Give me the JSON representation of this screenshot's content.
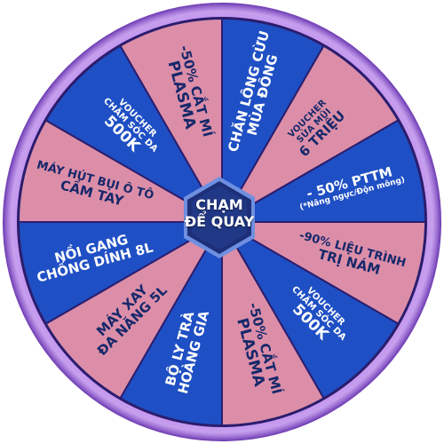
{
  "center_button": {
    "line1": "CHẠM",
    "line2": "ĐỂ QUAY"
  },
  "colors": {
    "blue": "#1f4fc4",
    "pink": "#dc8ea8",
    "rim": "#8a4bc9",
    "rim_dark": "#3b1f7a",
    "hub": "#1c2f78",
    "text_on_blue": "#ffffff",
    "text_on_pink": "#16286a"
  },
  "segments": [
    {
      "color": "blue",
      "lines": [
        "CHĂN LÔNG CỪU",
        "MÙA ĐÔNG"
      ]
    },
    {
      "color": "pink",
      "lines": [
        "VOUCHER",
        "SỬA MŨI",
        "6 TRIỆU"
      ]
    },
    {
      "color": "blue",
      "lines": [
        "- 50% PTTM",
        "(*Nâng ngực/Độn mông)"
      ]
    },
    {
      "color": "pink",
      "lines": [
        "-90% LIỆU TRÌNH",
        "TRỊ NÁM"
      ]
    },
    {
      "color": "blue",
      "lines": [
        "VOUCHER",
        "CHĂM SÓC DA",
        "500K"
      ]
    },
    {
      "color": "pink",
      "lines": [
        "-50% CẮT MÍ",
        "PLASMA"
      ]
    },
    {
      "color": "blue",
      "lines": [
        "BỘ LY TRÀ",
        "HOÀNG GIA"
      ]
    },
    {
      "color": "pink",
      "lines": [
        "MÁY XAY",
        "ĐA NĂNG 5L"
      ]
    },
    {
      "color": "blue",
      "lines": [
        "NỒI GANG",
        "CHỐNG DÍNH 8L"
      ]
    },
    {
      "color": "pink",
      "lines": [
        "MÁY HÚT BỤI Ô TÔ",
        "CẦM TAY"
      ]
    },
    {
      "color": "blue",
      "lines": [
        "VOUCHER",
        "CHĂM SÓC DA",
        "500K"
      ]
    },
    {
      "color": "pink",
      "lines": [
        "-50% CẮT MÍ",
        "PLASMA"
      ]
    }
  ]
}
